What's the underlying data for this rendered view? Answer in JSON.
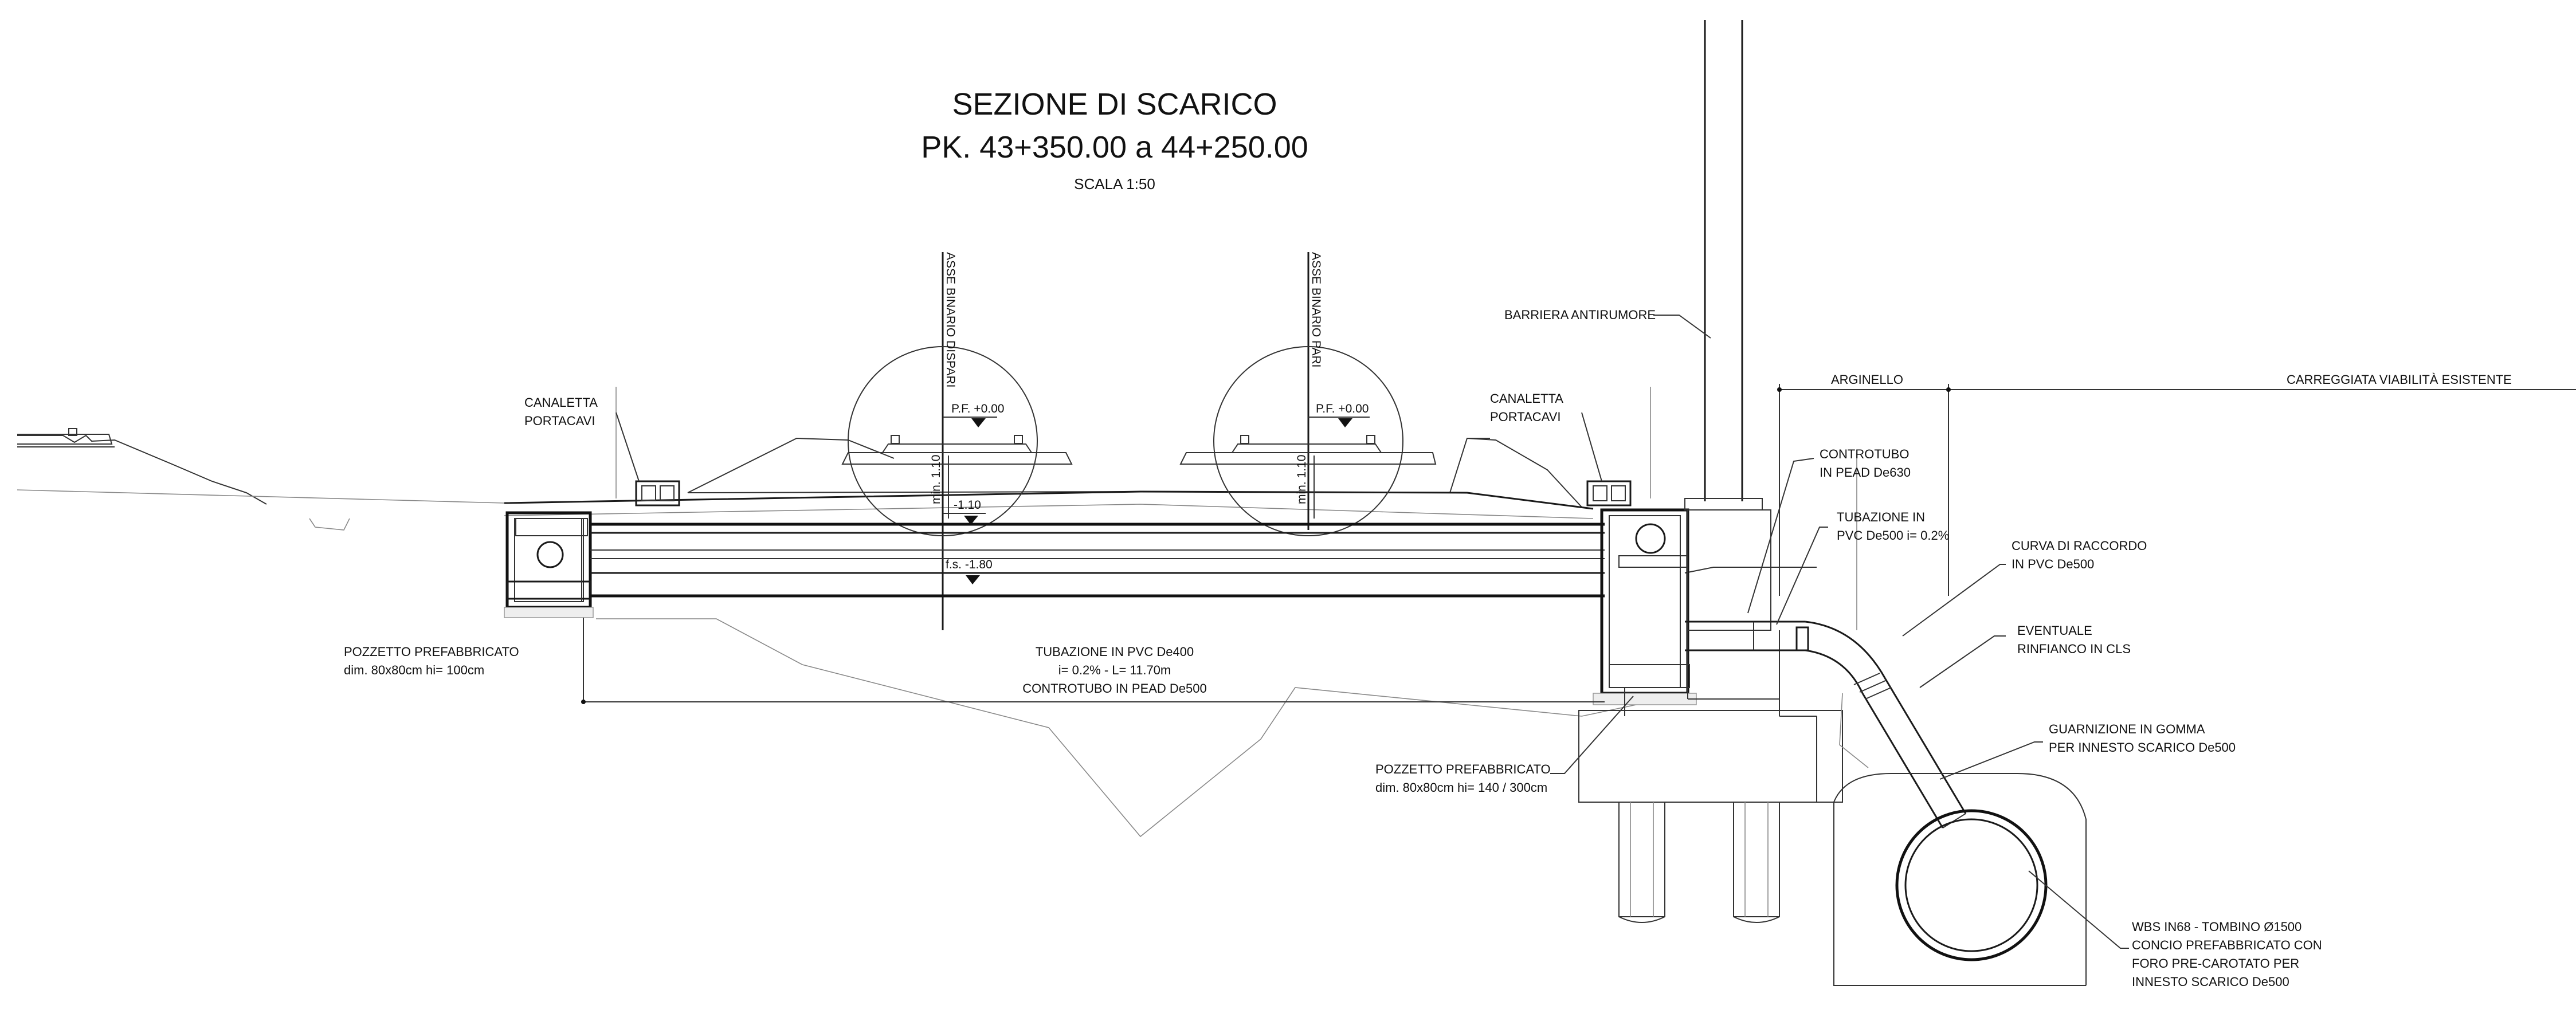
{
  "title": {
    "line1": "SEZIONE DI SCARICO",
    "line2": "PK. 43+350.00 a 44+250.00",
    "scale": "SCALA 1:50"
  },
  "axes": {
    "dispari": "ASSE BINARIO DISPARI",
    "pari": "ASSE BINARIO PARI"
  },
  "levels": {
    "pf_dispari": "P.F. +0.00",
    "pf_pari": "P.F. +0.00",
    "min_dispari": "min. 1.10",
    "min_pari": "min. 1.10",
    "minus_110": "-1.10",
    "fs": "f.s. -1.80"
  },
  "labels": {
    "canaletta_left": [
      "CANALETTA",
      "PORTACAVI"
    ],
    "canaletta_right": [
      "CANALETTA",
      "PORTACAVI"
    ],
    "barriera": "BARRIERA ANTIRUMORE",
    "arginello": "ARGINELLO",
    "carreggiata": "CARREGGIATA VIABILITÀ ESISTENTE",
    "controtubo": [
      "CONTROTUBO",
      "IN PEAD De630"
    ],
    "tubazione_right": [
      "TUBAZIONE IN",
      "PVC De500 i= 0.2%"
    ],
    "curva": [
      "CURVA DI RACCORDO",
      "IN  PVC De500"
    ],
    "eventuale": [
      "EVENTUALE",
      "RINFIANCO IN CLS"
    ],
    "guarnizione": [
      "GUARNIZIONE IN GOMMA",
      "PER INNESTO SCARICO De500"
    ],
    "pozzetto_left": [
      "POZZETTO PREFABBRICATO",
      "dim. 80x80cm hi= 100cm"
    ],
    "tubazione_center": [
      "TUBAZIONE IN PVC De400",
      "i= 0.2% - L= 11.70m",
      "CONTROTUBO IN PEAD De500"
    ],
    "pozzetto_right": [
      "POZZETTO PREFABBRICATO",
      "dim. 80x80cm hi= 140 / 300cm"
    ],
    "wbs": [
      "WBS IN68 - TOMBINO Ø1500",
      "CONCIO  PREFABBRICATO CON",
      "FORO PRE-CAROTATO  PER",
      "INNESTO SCARICO De500"
    ]
  }
}
